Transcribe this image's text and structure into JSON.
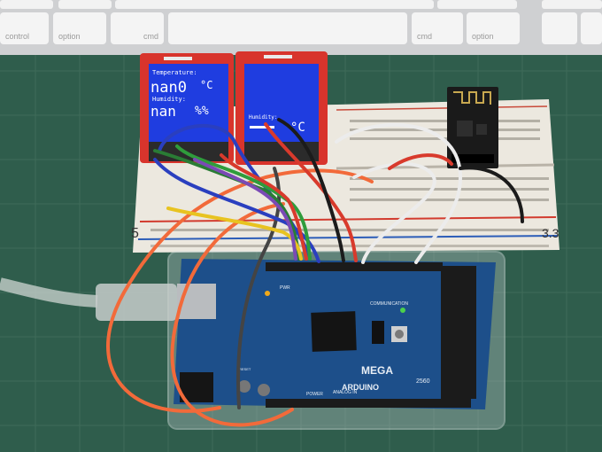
{
  "keyboard": {
    "keys": [
      "control",
      "option",
      "cmd",
      "cmd",
      "option"
    ]
  },
  "display_left": {
    "title": "Temperature:",
    "temp_value": "nan0",
    "temp_unit": "°C",
    "humidity_label": "Humidity:",
    "humidity_value": "nan",
    "humidity_unit": "%%"
  },
  "display_right": {
    "humidity_label": "Humidity:",
    "temp_unit": "°C"
  },
  "breadboard": {
    "left_rail_label": "5",
    "right_rail_label": "3.3"
  },
  "arduino": {
    "logo_text": "ARDUINO",
    "model": "MEGA",
    "model_number": "2560",
    "section_communication": "COMMUNICATION",
    "section_power": "POWER",
    "section_analog": "ANALOG IN",
    "led_label": "PWR",
    "reset_label": "RESET"
  },
  "colors": {
    "mat": "#2f5d4c",
    "pcb": "#1d4f8a",
    "tft_red": "#d8342c",
    "lcd_blue": "#1f3de0"
  }
}
